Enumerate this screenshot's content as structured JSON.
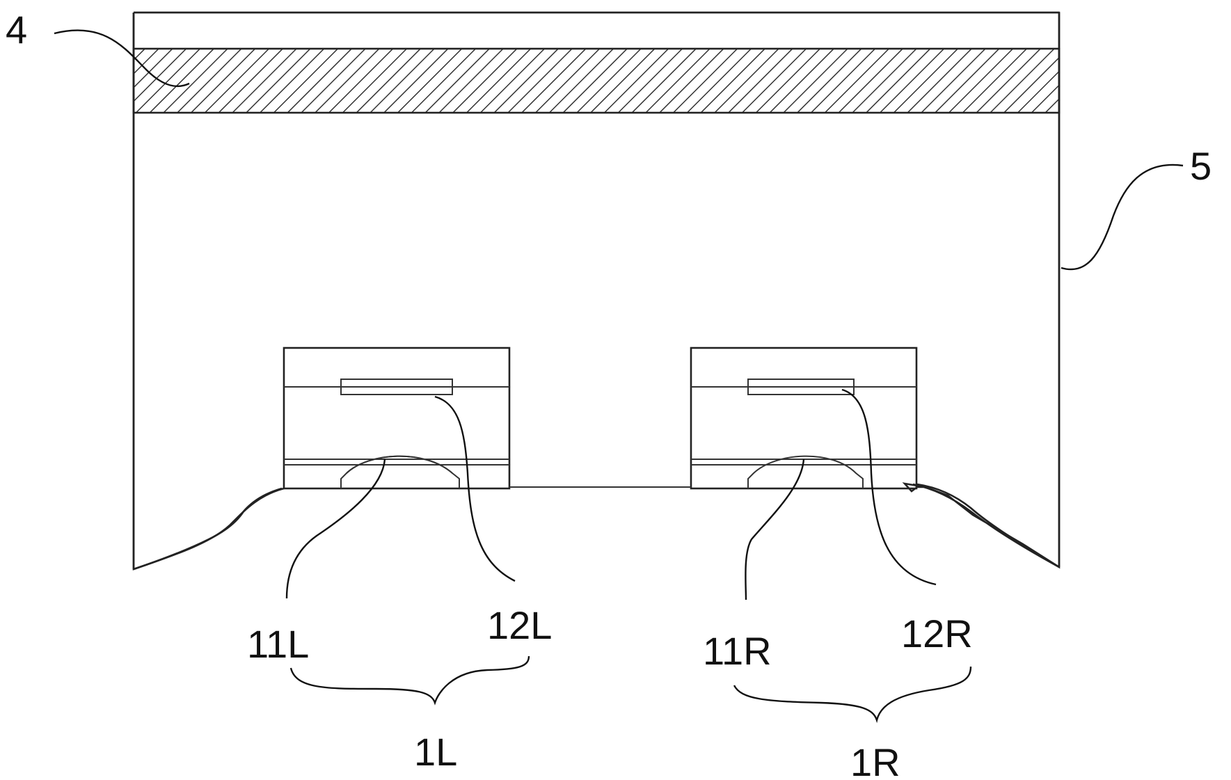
{
  "labels": {
    "layer_4": "4",
    "body_5": "5",
    "sub_11L": "11L",
    "sub_12L": "12L",
    "group_1L": "1L",
    "sub_11R": "11R",
    "sub_12R": "12R",
    "group_1R": "1R"
  },
  "colors": {
    "stroke": "#222222",
    "hatch": "#333333",
    "background": "#ffffff"
  }
}
